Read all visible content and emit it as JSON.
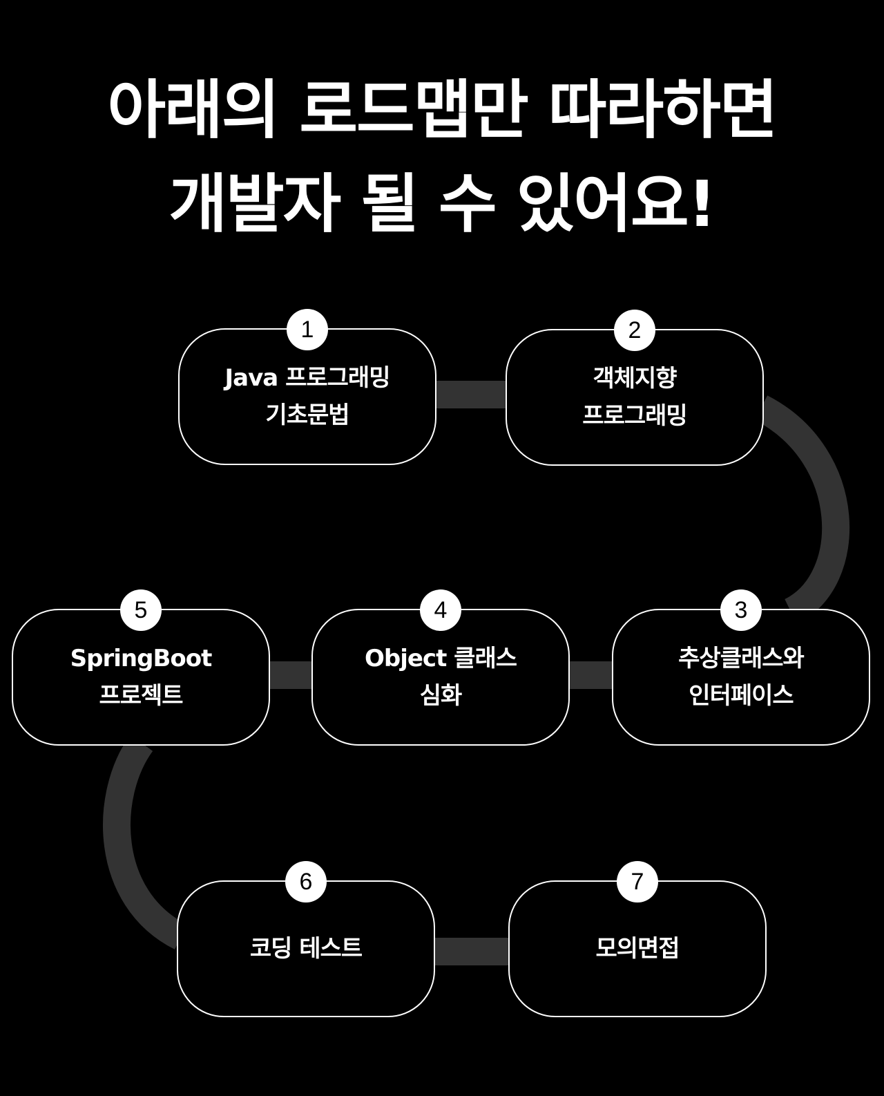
{
  "headline": {
    "line1": "아래의 로드맵만 따라하면",
    "line2": "개발자 될 수 있어요!"
  },
  "colors": {
    "background": "#000000",
    "connector": "#333333",
    "card_border": "#ffffff",
    "badge_fill": "#ffffff",
    "badge_text": "#000000",
    "text": "#ffffff"
  },
  "steps": [
    {
      "number": "1",
      "line1": "Java 프로그래밍",
      "line2": "기초문법"
    },
    {
      "number": "2",
      "line1": "객체지향",
      "line2": "프로그래밍"
    },
    {
      "number": "3",
      "line1": "추상클래스와",
      "line2": "인터페이스"
    },
    {
      "number": "4",
      "line1": "Object 클래스",
      "line2": "심화"
    },
    {
      "number": "5",
      "line1": "SpringBoot",
      "line2": "프로젝트"
    },
    {
      "number": "6",
      "line1": "코딩 테스트",
      "line2": ""
    },
    {
      "number": "7",
      "line1": "모의면접",
      "line2": ""
    }
  ]
}
